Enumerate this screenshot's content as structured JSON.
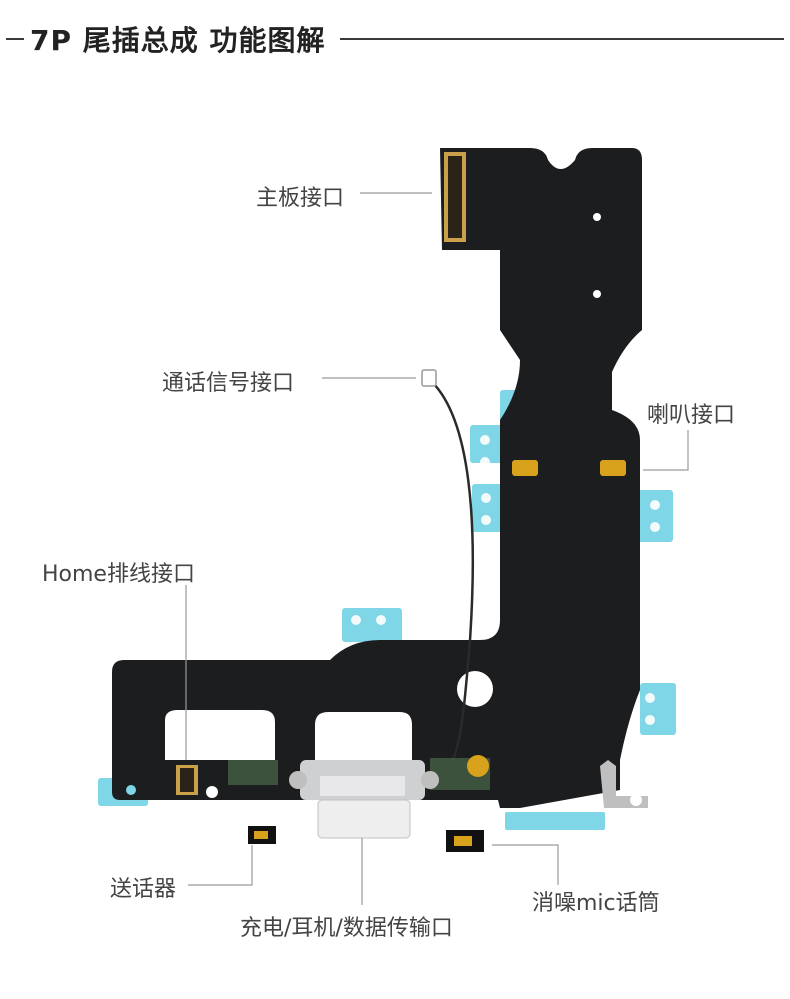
{
  "header": {
    "title": "7P 尾插总成 功能图解"
  },
  "labels": {
    "mainboard": "主板接口",
    "signal": "通话信号接口",
    "speaker": "喇叭接口",
    "home": "Home排线接口",
    "transmitter": "送话器",
    "charging": "充电/耳机/数据传输口",
    "noise_mic": "消噪mic话筒"
  },
  "colors": {
    "pcb": "#1b1d1f",
    "stiffener": "#7fd6e6",
    "gold": "#d8a21c"
  }
}
